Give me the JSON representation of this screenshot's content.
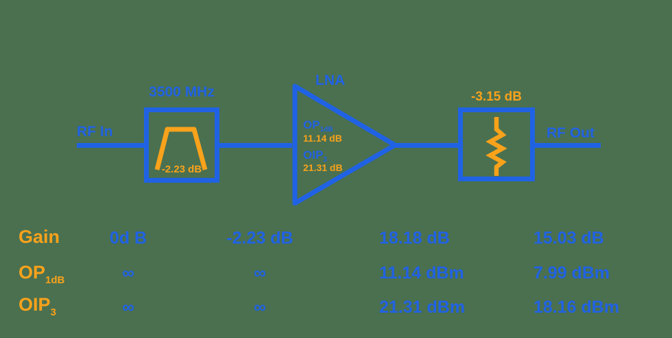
{
  "colors": {
    "background": "#4A7050",
    "blue": "#2062E4",
    "orange": "#F9A21B"
  },
  "diagram": {
    "input_label": "RF In",
    "output_label": "RF Out",
    "filter": {
      "frequency": "3500 MHz",
      "insertion_loss": "-2.23 dB"
    },
    "amplifier": {
      "name": "LNA",
      "op1db_label": "OP",
      "op1db_subscript": "1dB",
      "op1db_value": "11.14 dB",
      "oip3_label": "OIP",
      "oip3_subscript": "3",
      "oip3_value": "21.31 dB"
    },
    "attenuator": {
      "attenuation": "-3.15 dB"
    }
  },
  "results_table": {
    "rows": [
      {
        "label": "Gain",
        "subscript": "",
        "values": [
          "0d B",
          "-2.23 dB",
          "18.18 dB",
          "15.03 dB"
        ]
      },
      {
        "label": "OP",
        "subscript": "1dB",
        "values": [
          "∞",
          "∞",
          "11.14 dBm",
          "7.99 dBm"
        ]
      },
      {
        "label": "OIP",
        "subscript": "3",
        "values": [
          "∞",
          "∞",
          "21.31 dBm",
          "18.16 dBm"
        ]
      }
    ]
  }
}
